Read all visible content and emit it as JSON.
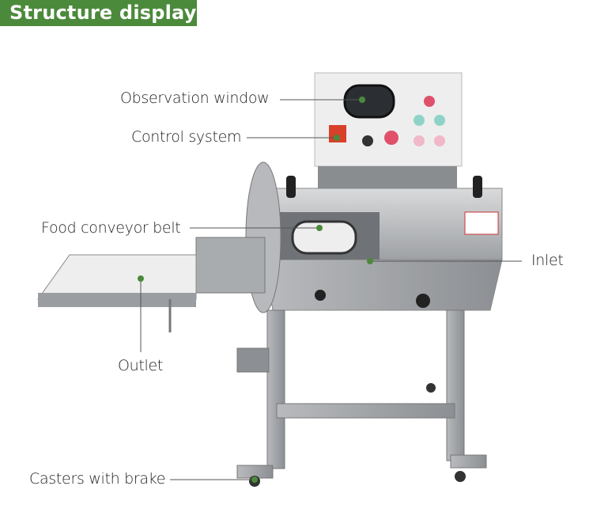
{
  "header": {
    "title": "Structure display"
  },
  "colors": {
    "header_bg": "#4b8a3b",
    "leader_dot": "#4b8a3b",
    "leader_line": "#555555"
  },
  "labels": {
    "observation_window": "Observation window",
    "control_system": "Control system",
    "conveyor_belt": "Food conveyor belt",
    "inlet": "Inlet",
    "outlet": "Outlet",
    "casters": "Casters with brake"
  }
}
